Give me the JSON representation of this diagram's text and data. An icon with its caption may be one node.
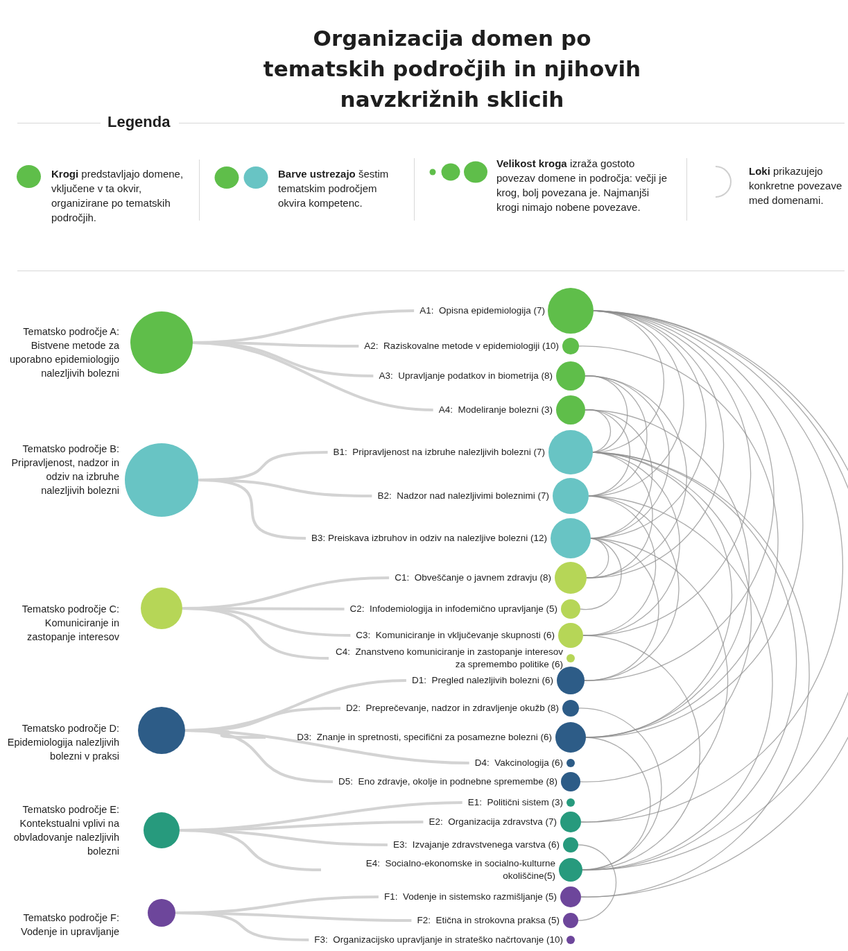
{
  "diagram": {
    "title": "Organizacija domen po tematskih področjih in njihovih navzkrižnih sklicih",
    "nodes": [
      {
        "text": [],
        "shape": "circle",
        "beside": [
          "Tematsko področje A: Bistvene metode za uporabno epidemiologijo nalezljivih bolezni"
        ]
      },
      {
        "text": [],
        "shape": "circle",
        "beside": [
          "A1:  Opisna epidemiologija (7)"
        ]
      },
      {
        "text": [],
        "shape": "circle",
        "beside": [
          "A2:  Raziskovalne metode v epidemiologiji (10)"
        ]
      },
      {
        "text": [],
        "shape": "circle",
        "beside": [
          "A3:  Upravljanje podatkov in biometrija (8)"
        ]
      },
      {
        "text": [],
        "shape": "circle",
        "beside": [
          "A4:  Modeliranje bolezni (3)"
        ]
      },
      {
        "text": [],
        "shape": "circle",
        "beside": [
          "Tematsko področje B: Pripravljenost, nadzor in odziv na izbruhe nalezljivih bolezni"
        ]
      },
      {
        "text": [],
        "shape": "circle",
        "beside": [
          "B1:  Pripravljenost na izbruhe nalezljivih bolezni (7)"
        ]
      },
      {
        "text": [],
        "shape": "circle",
        "beside": [
          "B2:  Nadzor nad nalezljivimi boleznimi (7)"
        ]
      },
      {
        "text": [],
        "shape": "circle",
        "beside": [
          "B3: Preiskava izbruhov in odziv na nalezljive bolezni (12)"
        ]
      },
      {
        "text": [],
        "shape": "circle",
        "beside": [
          "Tematsko področje C: Komuniciranje in zastopanje interesov"
        ]
      },
      {
        "text": [],
        "shape": "circle",
        "beside": [
          "C1:  Obveščanje o javnem zdravju (8)"
        ]
      },
      {
        "text": [],
        "shape": "circle",
        "beside": [
          "C2:  Infodemiologija in infodemično upravljanje (5)"
        ]
      },
      {
        "text": [],
        "shape": "circle",
        "beside": [
          "C3:  Komuniciranje in vključevanje skupnosti (6)"
        ]
      },
      {
        "text": [],
        "shape": "circle",
        "beside": [
          "C4:  Znanstveno komuniciranje in zastopanje interesov za spremembo politike (6)"
        ]
      },
      {
        "text": [],
        "shape": "circle",
        "beside": [
          "Tematsko področje D: Epidemiologija nalezljivih bolezni v praksi"
        ]
      },
      {
        "text": [],
        "shape": "circle",
        "beside": [
          "D1:  Pregled nalezljivih bolezni (6)"
        ]
      },
      {
        "text": [],
        "shape": "circle",
        "beside": [
          "D2:  Preprečevanje, nadzor in zdravljenje okužb (8)"
        ]
      },
      {
        "text": [],
        "shape": "circle",
        "beside": [
          "D3:  Znanje in spretnosti, specifični za posamezne bolezni (6)"
        ]
      },
      {
        "text": [],
        "shape": "circle",
        "beside": [
          "D4:  Vakcinologija (6)"
        ]
      },
      {
        "text": [],
        "shape": "circle",
        "beside": [
          "D5:  Eno zdravje, okolje in podnebne spremembe (8)"
        ]
      },
      {
        "text": [],
        "shape": "circle",
        "beside": [
          "Tematsko področje E: Kontekstualni vplivi na obvladovanje nalezljivih bolezni"
        ]
      },
      {
        "text": [],
        "shape": "circle",
        "beside": [
          "E1:  Politični sistem (3)"
        ]
      },
      {
        "text": [],
        "shape": "circle",
        "beside": [
          "E2:  Organizacija zdravstva (7)"
        ]
      },
      {
        "text": [],
        "shape": "circle",
        "beside": [
          "E3:  Izvajanje zdravstvenega varstva (6)"
        ]
      },
      {
        "text": [],
        "shape": "circle",
        "beside": [
          "E4:  Socialno-ekonomske in socialno-kulturne okoliščine(5)"
        ]
      },
      {
        "text": [],
        "shape": "circle",
        "beside": [
          "Tematsko področje F: Vodenje in upravljanje"
        ]
      },
      {
        "text": [],
        "shape": "circle",
        "beside": [
          "F1:  Vodenje in sistemsko razmišljanje (5)"
        ]
      },
      {
        "text": [],
        "shape": "circle",
        "beside": [
          "F2:  Etična in strokovna praksa (5)"
        ]
      },
      {
        "text": [],
        "shape": "circle",
        "beside": [
          "F3:  Organizacijsko upravljanje in strateško načrtovanje (10)"
        ]
      }
    ],
    "edges": [
      {
        "from": 0,
        "to": 1,
        "arrow": "none",
        "style": "thick",
        "color": "#d3d3d3"
      },
      {
        "from": 0,
        "to": 2,
        "arrow": "none",
        "style": "thick",
        "color": "#d3d3d3"
      },
      {
        "from": 0,
        "to": 3,
        "arrow": "none",
        "style": "thick",
        "color": "#d3d3d3"
      },
      {
        "from": 0,
        "to": 4,
        "arrow": "none",
        "style": "thick",
        "color": "#d3d3d3"
      },
      {
        "from": 5,
        "to": 6,
        "arrow": "none",
        "style": "thick",
        "color": "#d3d3d3"
      },
      {
        "from": 5,
        "to": 7,
        "arrow": "none",
        "style": "thick",
        "color": "#d3d3d3"
      },
      {
        "from": 5,
        "to": 8,
        "arrow": "none",
        "style": "thick",
        "color": "#d3d3d3"
      },
      {
        "from": 9,
        "to": 10,
        "arrow": "none",
        "style": "thick",
        "color": "#d3d3d3"
      },
      {
        "from": 9,
        "to": 11,
        "arrow": "none",
        "style": "thick",
        "color": "#d3d3d3"
      },
      {
        "from": 9,
        "to": 12,
        "arrow": "none",
        "style": "thick",
        "color": "#d3d3d3"
      },
      {
        "from": 9,
        "to": 13,
        "arrow": "none",
        "style": "thick",
        "color": "#d3d3d3"
      },
      {
        "from": 14,
        "to": 15,
        "arrow": "none",
        "style": "thick",
        "color": "#d3d3d3"
      },
      {
        "from": 14,
        "to": 16,
        "arrow": "none",
        "style": "thick",
        "color": "#d3d3d3"
      },
      {
        "from": 14,
        "to": 17,
        "arrow": "none",
        "style": "thick",
        "color": "#d3d3d3"
      },
      {
        "from": 14,
        "to": 18,
        "arrow": "none",
        "style": "thick",
        "color": "#d3d3d3"
      },
      {
        "from": 14,
        "to": 19,
        "arrow": "none",
        "style": "thick",
        "color": "#d3d3d3"
      },
      {
        "from": 20,
        "to": 21,
        "arrow": "none",
        "style": "thick",
        "color": "#d3d3d3"
      },
      {
        "from": 20,
        "to": 22,
        "arrow": "none",
        "style": "thick",
        "color": "#d3d3d3"
      },
      {
        "from": 20,
        "to": 23,
        "arrow": "none",
        "style": "thick",
        "color": "#d3d3d3"
      },
      {
        "from": 20,
        "to": 24,
        "arrow": "none",
        "style": "thick",
        "color": "#d3d3d3"
      },
      {
        "from": 25,
        "to": 26,
        "arrow": "none",
        "style": "thick",
        "color": "#d3d3d3"
      },
      {
        "from": 25,
        "to": 27,
        "arrow": "none",
        "style": "thick",
        "color": "#d3d3d3"
      },
      {
        "from": 25,
        "to": 28,
        "arrow": "none",
        "style": "thick",
        "color": "#d3d3d3"
      },
      {
        "from": 1,
        "to": 6,
        "arrow": "none"
      },
      {
        "from": 1,
        "to": 7,
        "arrow": "none"
      },
      {
        "from": 1,
        "to": 8,
        "arrow": "none"
      },
      {
        "from": 1,
        "to": 10,
        "arrow": "none"
      },
      {
        "from": 1,
        "to": 12,
        "arrow": "none"
      },
      {
        "from": 1,
        "to": 15,
        "arrow": "none"
      },
      {
        "from": 1,
        "to": 17,
        "arrow": "none"
      },
      {
        "from": 1,
        "to": 22,
        "arrow": "none"
      },
      {
        "from": 1,
        "to": 24,
        "arrow": "none"
      },
      {
        "from": 1,
        "to": 26,
        "arrow": "none"
      },
      {
        "from": 2,
        "to": 17,
        "arrow": "none"
      },
      {
        "from": 3,
        "to": 6,
        "arrow": "none"
      },
      {
        "from": 3,
        "to": 7,
        "arrow": "none"
      },
      {
        "from": 3,
        "to": 8,
        "arrow": "none"
      },
      {
        "from": 3,
        "to": 10,
        "arrow": "none"
      },
      {
        "from": 4,
        "to": 6,
        "arrow": "none"
      },
      {
        "from": 4,
        "to": 7,
        "arrow": "none"
      },
      {
        "from": 4,
        "to": 8,
        "arrow": "none"
      },
      {
        "from": 4,
        "to": 17,
        "arrow": "none"
      },
      {
        "from": 6,
        "to": 10,
        "arrow": "none"
      },
      {
        "from": 6,
        "to": 12,
        "arrow": "none"
      },
      {
        "from": 6,
        "to": 17,
        "arrow": "none"
      },
      {
        "from": 6,
        "to": 19,
        "arrow": "none"
      },
      {
        "from": 6,
        "to": 24,
        "arrow": "none"
      },
      {
        "from": 7,
        "to": 12,
        "arrow": "none"
      },
      {
        "from": 7,
        "to": 15,
        "arrow": "none"
      },
      {
        "from": 7,
        "to": 24,
        "arrow": "none"
      },
      {
        "from": 8,
        "to": 10,
        "arrow": "none"
      },
      {
        "from": 8,
        "to": 11,
        "arrow": "none"
      },
      {
        "from": 8,
        "to": 15,
        "arrow": "none"
      },
      {
        "from": 8,
        "to": 22,
        "arrow": "none"
      },
      {
        "from": 12,
        "to": 24,
        "arrow": "none"
      },
      {
        "from": 16,
        "to": 24,
        "arrow": "none"
      },
      {
        "from": 17,
        "to": 24,
        "arrow": "none"
      },
      {
        "from": 23,
        "to": 27,
        "arrow": "none"
      },
      {
        "from": 26,
        "to": 6,
        "arrow": "none"
      }
    ],
    "labels": [
      "Legenda"
    ],
    "legend": [
      {
        "text": "**Krogi** predstavljajo domene, vključene v ta okvir, organizirane po tematskih področjih.",
        "color": "#5fbe4a"
      },
      {
        "text": "**Barve ustrezajo** šestim tematskim področjem okvira kompetenc."
      },
      {
        "text": "**Velikost kroga** izraža gostoto povezav domene in področja: večji je krog, bolj povezana je. Najmanjši krogi nimajo nobene povezave."
      },
      {
        "text": "**Loki** prikazujejo konkretne povezave med domenami."
      }
    ]
  }
}
